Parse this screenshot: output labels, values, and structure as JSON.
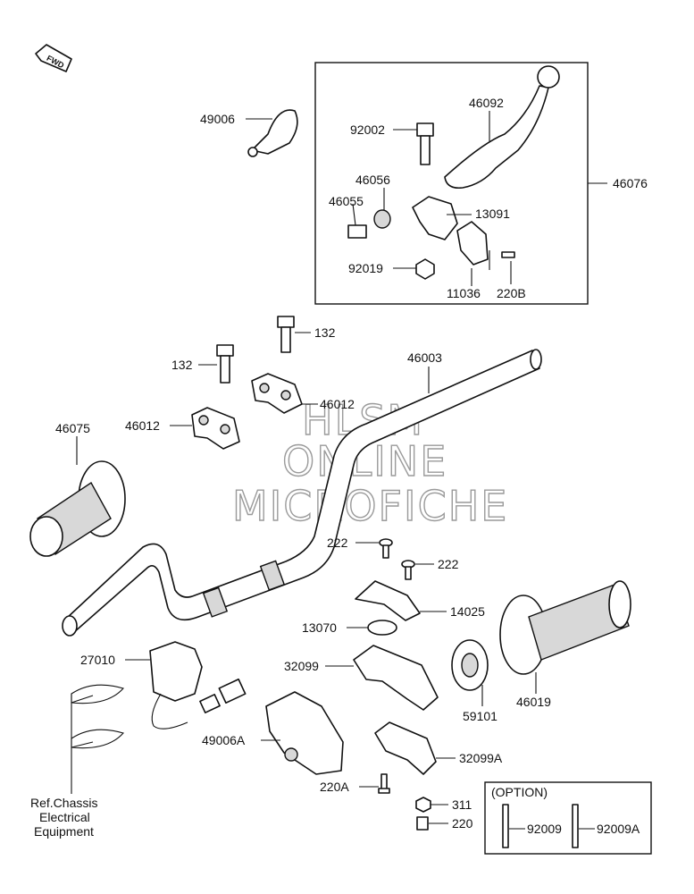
{
  "diagram": {
    "direction_marker": "FWD",
    "watermark": [
      "HLSM",
      "ONLINE",
      "MICROFICHE"
    ],
    "option_label": "(OPTION)",
    "reference_note": [
      "Ref.Chassis",
      "Electrical",
      "Equipment"
    ],
    "parts": {
      "p49006": "49006",
      "p46092": "46092",
      "p92002": "92002",
      "p46056": "46056",
      "p46055": "46055",
      "p46076": "46076",
      "p13091": "13091",
      "p92019": "92019",
      "p11036": "11036",
      "p220B": "220B",
      "p132a": "132",
      "p132b": "132",
      "p46003": "46003",
      "p46012a": "46012",
      "p46012b": "46012",
      "p46075": "46075",
      "p222a": "222",
      "p222b": "222",
      "p14025": "14025",
      "p13070": "13070",
      "p27010": "27010",
      "p32099": "32099",
      "p46019": "46019",
      "p59101": "59101",
      "p49006A": "49006A",
      "p32099A": "32099A",
      "p220A": "220A",
      "p311": "311",
      "p220": "220",
      "p92009": "92009",
      "p92009A": "92009A"
    }
  }
}
